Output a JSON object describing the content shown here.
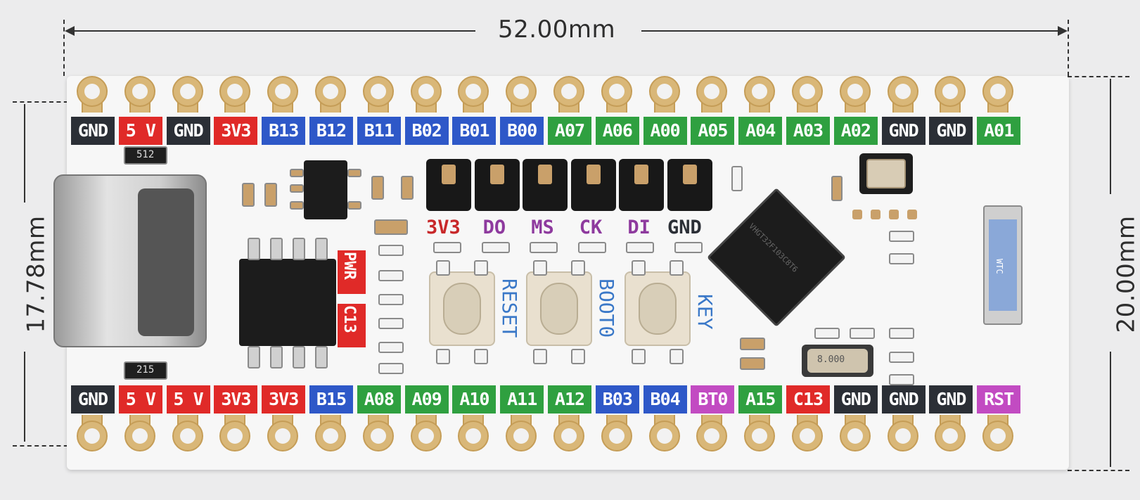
{
  "dimensions": {
    "width_label": "52.00mm",
    "height_label": "20.00mm",
    "pitch_label": "17.78mm"
  },
  "colors": {
    "gnd": "#2b2f36",
    "power_5v": "#e02a28",
    "power_3v3": "#e02a28",
    "port_b": "#2e58c8",
    "port_a": "#2fa040",
    "special": "#c24bc2",
    "pwr_led": "#e02a28"
  },
  "top_row_labels": [
    {
      "text": "GND",
      "kind": "gnd"
    },
    {
      "text": "5 V",
      "kind": "power_5v"
    },
    {
      "text": "GND",
      "kind": "gnd"
    },
    {
      "text": "3V3",
      "kind": "power_3v3"
    },
    {
      "text": "B13",
      "kind": "port_b"
    },
    {
      "text": "B12",
      "kind": "port_b"
    },
    {
      "text": "B11",
      "kind": "port_b"
    },
    {
      "text": "B02",
      "kind": "port_b"
    },
    {
      "text": "B01",
      "kind": "port_b"
    },
    {
      "text": "B00",
      "kind": "port_b"
    },
    {
      "text": "A07",
      "kind": "port_a"
    },
    {
      "text": "A06",
      "kind": "port_a"
    },
    {
      "text": "A00",
      "kind": "port_a"
    },
    {
      "text": "A05",
      "kind": "port_a"
    },
    {
      "text": "A04",
      "kind": "port_a"
    },
    {
      "text": "A03",
      "kind": "port_a"
    },
    {
      "text": "A02",
      "kind": "port_a"
    },
    {
      "text": "GND",
      "kind": "gnd"
    },
    {
      "text": "GND",
      "kind": "gnd"
    },
    {
      "text": "A01",
      "kind": "port_a"
    }
  ],
  "bottom_row_labels": [
    {
      "text": "GND",
      "kind": "gnd"
    },
    {
      "text": "5 V",
      "kind": "power_5v"
    },
    {
      "text": "5 V",
      "kind": "power_5v"
    },
    {
      "text": "3V3",
      "kind": "power_3v3"
    },
    {
      "text": "3V3",
      "kind": "power_3v3"
    },
    {
      "text": "B15",
      "kind": "port_b"
    },
    {
      "text": "A08",
      "kind": "port_a"
    },
    {
      "text": "A09",
      "kind": "port_a"
    },
    {
      "text": "A10",
      "kind": "port_a"
    },
    {
      "text": "A11",
      "kind": "port_a"
    },
    {
      "text": "A12",
      "kind": "port_a"
    },
    {
      "text": "B03",
      "kind": "port_b"
    },
    {
      "text": "B04",
      "kind": "port_b"
    },
    {
      "text": "BT0",
      "kind": "special"
    },
    {
      "text": "A15",
      "kind": "port_a"
    },
    {
      "text": "C13",
      "kind": "power_5v"
    },
    {
      "text": "GND",
      "kind": "gnd"
    },
    {
      "text": "GND",
      "kind": "gnd"
    },
    {
      "text": "GND",
      "kind": "gnd"
    },
    {
      "text": "RST",
      "kind": "special"
    }
  ],
  "debug_header_labels": [
    {
      "text": "3V3",
      "color": "#c8282a"
    },
    {
      "text": "DO",
      "color": "#8e3a9e"
    },
    {
      "text": "MS",
      "color": "#8e3a9e"
    },
    {
      "text": "CK",
      "color": "#8e3a9e"
    },
    {
      "text": "DI",
      "color": "#8e3a9e"
    },
    {
      "text": "GND",
      "color": "#2b2f36"
    }
  ],
  "buttons": [
    "RESET",
    "BOOT0",
    "KEY"
  ],
  "side_labels": [
    "PWR",
    "C13"
  ],
  "resistor_top": "512",
  "resistor_bottom": "215",
  "mcu_marking": "VHGT32F103C8T6",
  "crystal_marking": "8.000",
  "wtc_marking": "WTC"
}
